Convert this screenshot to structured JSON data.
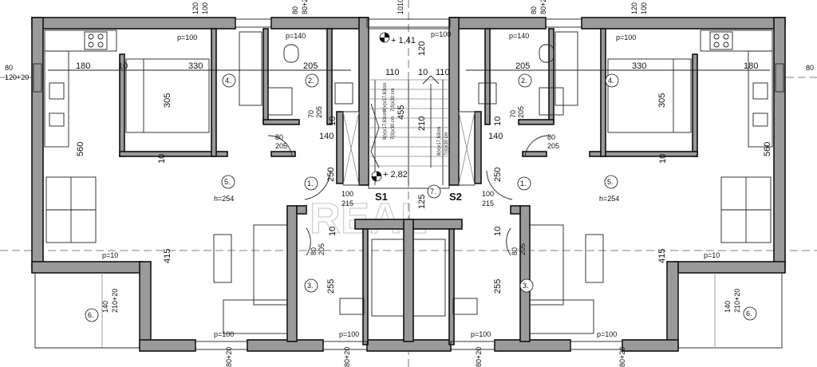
{
  "watermark": "REAL",
  "stair_labels": {
    "left": "S1",
    "right": "S2"
  },
  "room_numbers": {
    "r1": "1.",
    "r2": "2.",
    "r3": "3.",
    "r4": "4.",
    "r5": "5.",
    "r6": "6.",
    "r7": "7."
  },
  "levels": {
    "upper": "+ 1,41",
    "lower": "+ 2,82"
  },
  "heights": {
    "living": "h=254"
  },
  "dims": {
    "d120": "120",
    "d80": "80",
    "d80_20": "80+20",
    "d120_20": "120+20",
    "d100": "100",
    "d180": "180",
    "d10": "10",
    "d330": "330",
    "d205": "205",
    "d110": "110",
    "d305": "305",
    "d560": "560",
    "d415": "415",
    "d250": "250",
    "d255": "255",
    "d140": "140",
    "d70": "70",
    "d215": "215",
    "d125": "125",
    "d210": "210",
    "d455": "455",
    "d210_20": "210+20",
    "d1010": "1010"
  },
  "sills": {
    "p100": "p=100",
    "p140": "p=140",
    "p10": "p=10"
  },
  "stair_notes": {
    "n1": "8(v)x17,63cm",
    "n2": "7(š)x30 cm"
  }
}
